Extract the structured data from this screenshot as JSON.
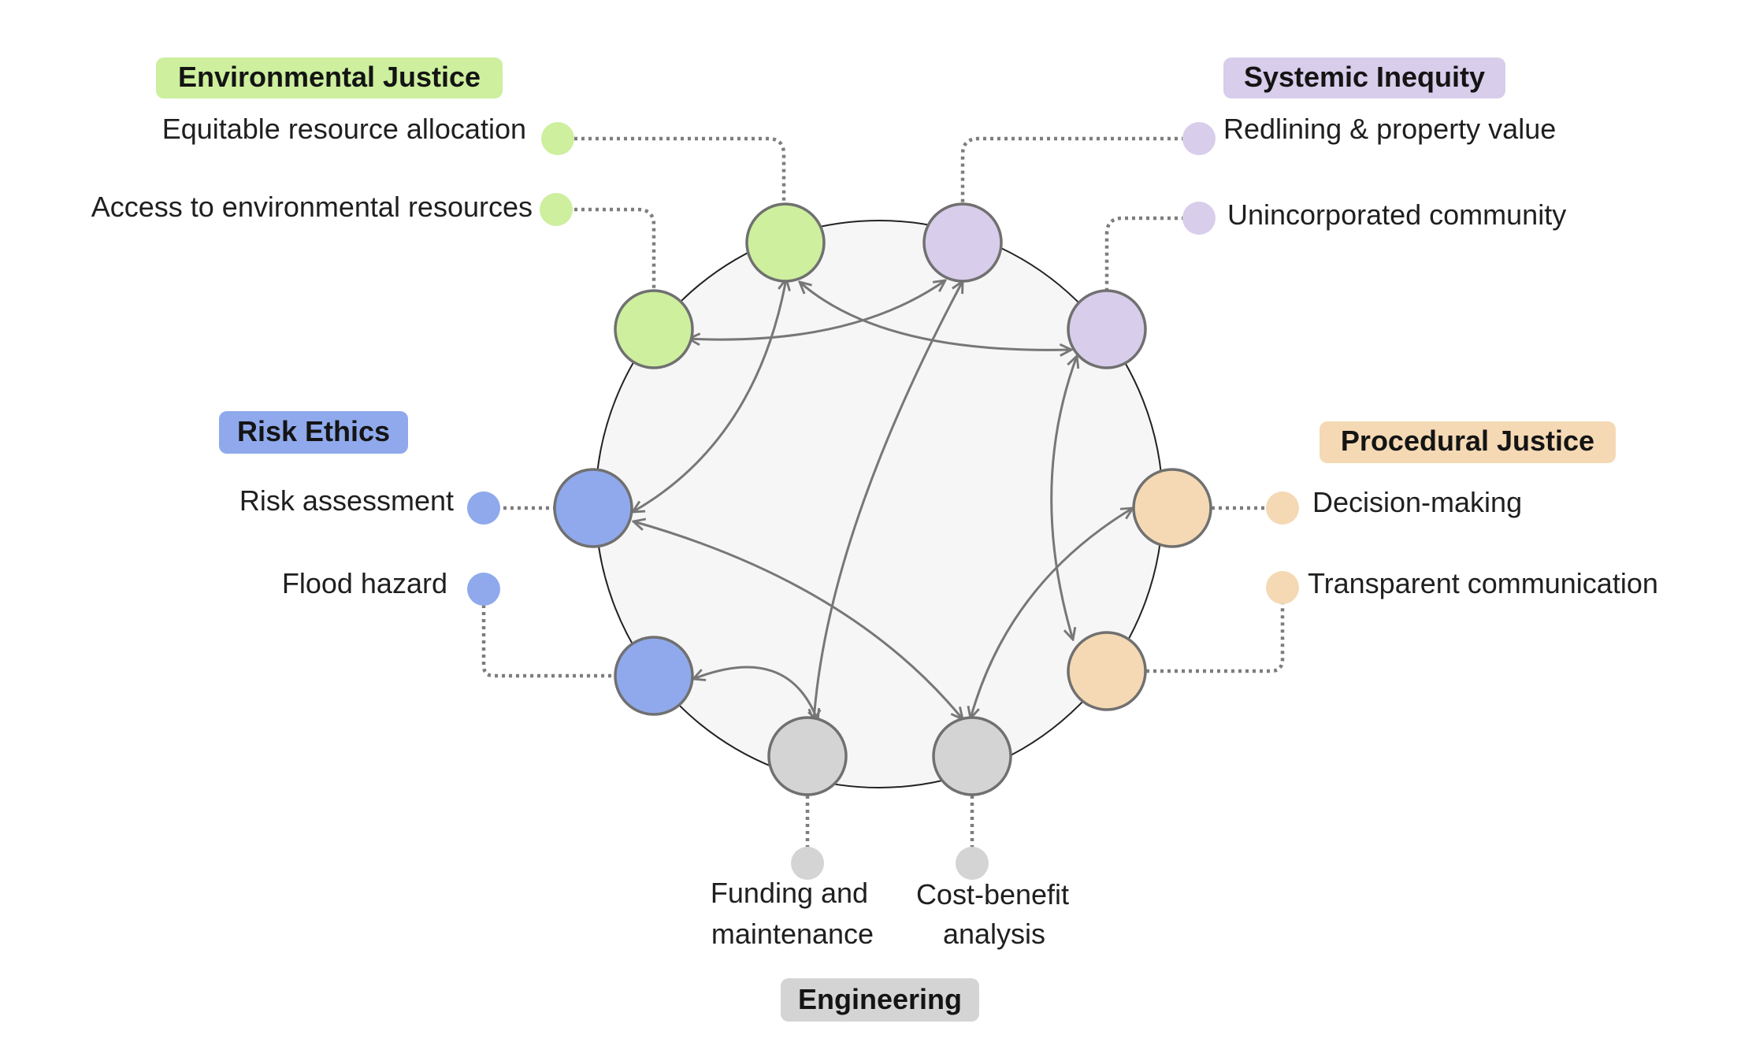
{
  "categories": {
    "environmental_justice": {
      "title": "Environmental Justice",
      "color": "#cdef9e",
      "items": [
        "Equitable resource allocation",
        "Access to environmental resources"
      ]
    },
    "systemic_inequity": {
      "title": "Systemic Inequity",
      "color": "#d8cdea",
      "items": [
        "Redlining & property value",
        "Unincorporated community"
      ]
    },
    "risk_ethics": {
      "title": "Risk Ethics",
      "color": "#8fa9ec",
      "items": [
        "Risk assessment",
        "Flood hazard"
      ]
    },
    "procedural_justice": {
      "title": "Procedural Justice",
      "color": "#f4d9b4",
      "items": [
        "Decision-making",
        "Transparent communication"
      ]
    },
    "engineering": {
      "title": "Engineering",
      "color": "#d4d4d4",
      "items": [
        [
          "Funding and",
          "maintenance"
        ],
        [
          "Cost-benefit",
          "analysis"
        ]
      ]
    }
  },
  "colors": {
    "circle_fill": "#f6f6f6",
    "node_stroke": "#707070",
    "arrow": "#777777",
    "dotted": "#7d7d7d"
  }
}
